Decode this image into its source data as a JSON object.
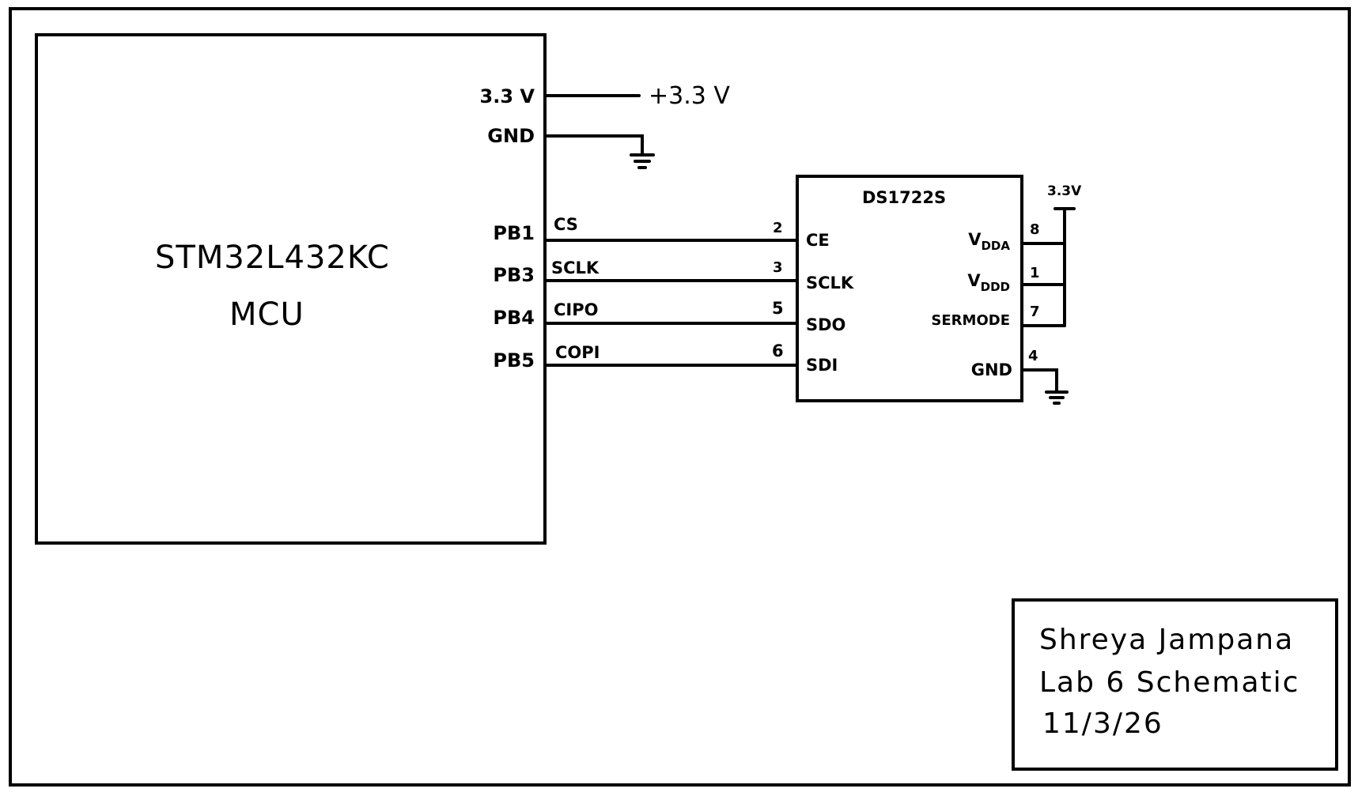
{
  "mcu": {
    "name": "STM32L432KC",
    "type": "MCU",
    "power_pins": [
      {
        "label": "3.3 V",
        "net": "+3.3 V"
      },
      {
        "label": "GND",
        "net": "ground"
      }
    ],
    "signal_pins": [
      {
        "pin": "PB1",
        "signal": "CS"
      },
      {
        "pin": "PB3",
        "signal": "SCLK"
      },
      {
        "pin": "PB4",
        "signal": "CIPO"
      },
      {
        "pin": "PB5",
        "signal": "COPI"
      }
    ]
  },
  "sensor": {
    "name": "DS1722S",
    "left_pins": [
      {
        "number": "2",
        "label": "CE"
      },
      {
        "number": "3",
        "label": "SCLK"
      },
      {
        "number": "5",
        "label": "SDO"
      },
      {
        "number": "6",
        "label": "SDI"
      }
    ],
    "right_pins": [
      {
        "number": "8",
        "label_main": "V",
        "label_sub": "DDA"
      },
      {
        "number": "1",
        "label_main": "V",
        "label_sub": "DDD"
      },
      {
        "number": "7",
        "label_main": "SERMODE",
        "label_sub": ""
      },
      {
        "number": "4",
        "label_main": "GND",
        "label_sub": ""
      }
    ],
    "supply_label": "3.3V"
  },
  "title_block": {
    "author": "Shreya Jampana",
    "title": "Lab 6 Schematic",
    "date": "11/3/26"
  }
}
